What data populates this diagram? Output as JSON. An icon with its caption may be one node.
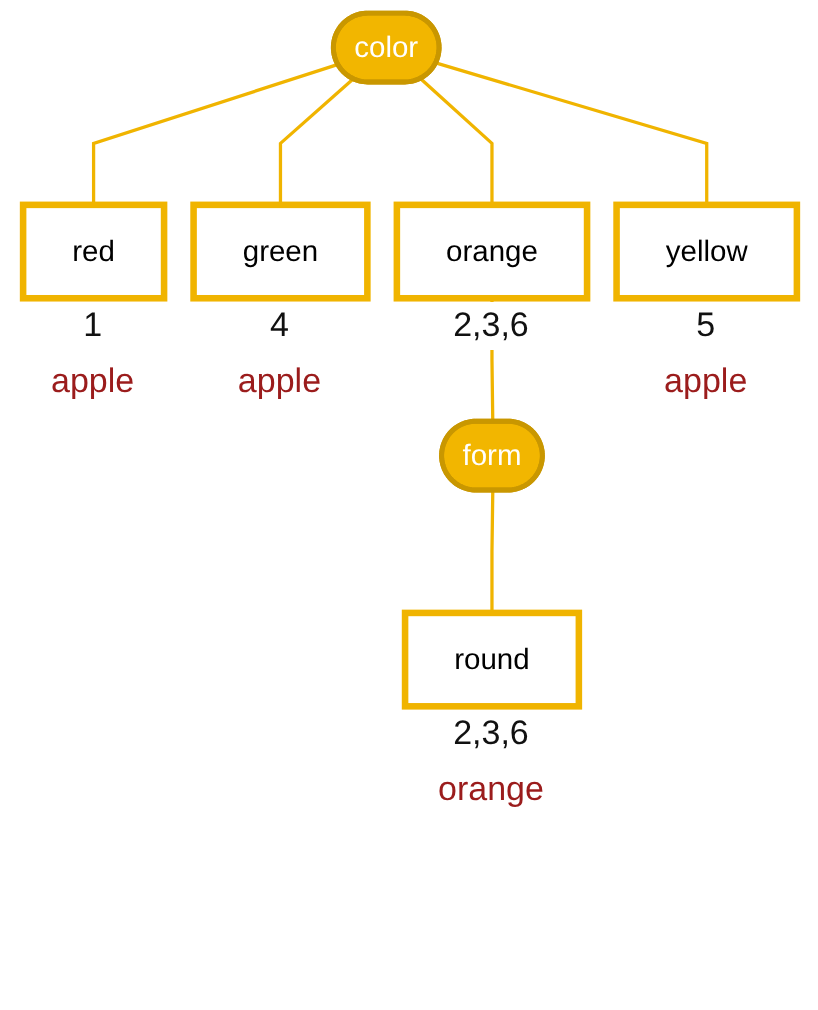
{
  "diagram": {
    "nodes": [
      {
        "text": [
          "color"
        ]
      },
      {
        "text": [
          "red"
        ],
        "beside": [
          "1",
          "apple"
        ]
      },
      {
        "text": [
          "green"
        ],
        "beside": [
          "4",
          "apple"
        ]
      },
      {
        "text": [
          "orange"
        ],
        "beside": [
          "2,3,6"
        ]
      },
      {
        "text": [
          "yellow"
        ],
        "beside": [
          "5",
          "apple"
        ]
      },
      {
        "text": [
          "form"
        ]
      },
      {
        "text": [
          "round"
        ],
        "beside": [
          "2,3,6",
          "orange"
        ]
      }
    ],
    "edges": [
      {
        "from": 0,
        "to": 1,
        "arrow": "none"
      },
      {
        "from": 0,
        "to": 2,
        "arrow": "none"
      },
      {
        "from": 0,
        "to": 3,
        "arrow": "none"
      },
      {
        "from": 0,
        "to": 4,
        "arrow": "none"
      },
      {
        "from": 3,
        "to": 5,
        "arrow": "none"
      },
      {
        "from": 5,
        "to": 6,
        "arrow": "none"
      }
    ]
  }
}
